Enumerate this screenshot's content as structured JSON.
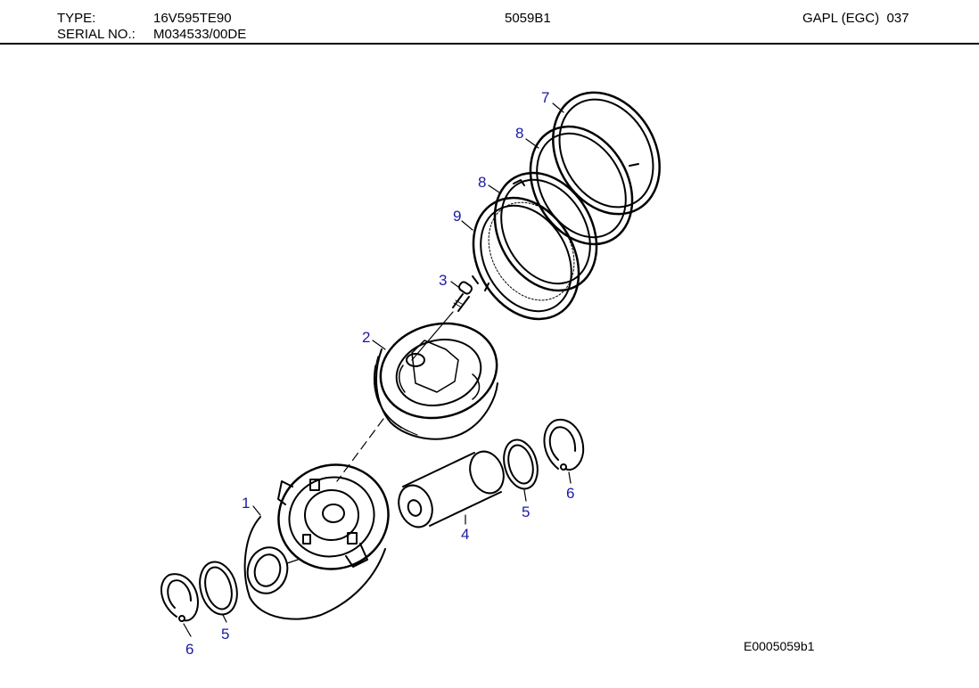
{
  "header": {
    "type_label": "TYPE:",
    "type_value": "16V595TE90",
    "serial_label": "SERIAL NO.:",
    "serial_value": "M034533/00DE",
    "doc_code": "5059B1",
    "group": "GAPL (EGC)  037"
  },
  "callouts": {
    "piston_crown": "1",
    "piston_skirt": "2",
    "screw": "3",
    "piston_pin": "4",
    "seal_ring_left": "5",
    "seal_ring_right": "5",
    "circlip_left": "6",
    "circlip_right": "6",
    "compression_ring_top": "7",
    "compression_ring_upper": "8",
    "compression_ring_lower": "8",
    "oil_scraper_ring": "9"
  },
  "figure_ref": "E0005059b1",
  "colors": {
    "callout": "#1a1aa6",
    "line": "#000000"
  }
}
